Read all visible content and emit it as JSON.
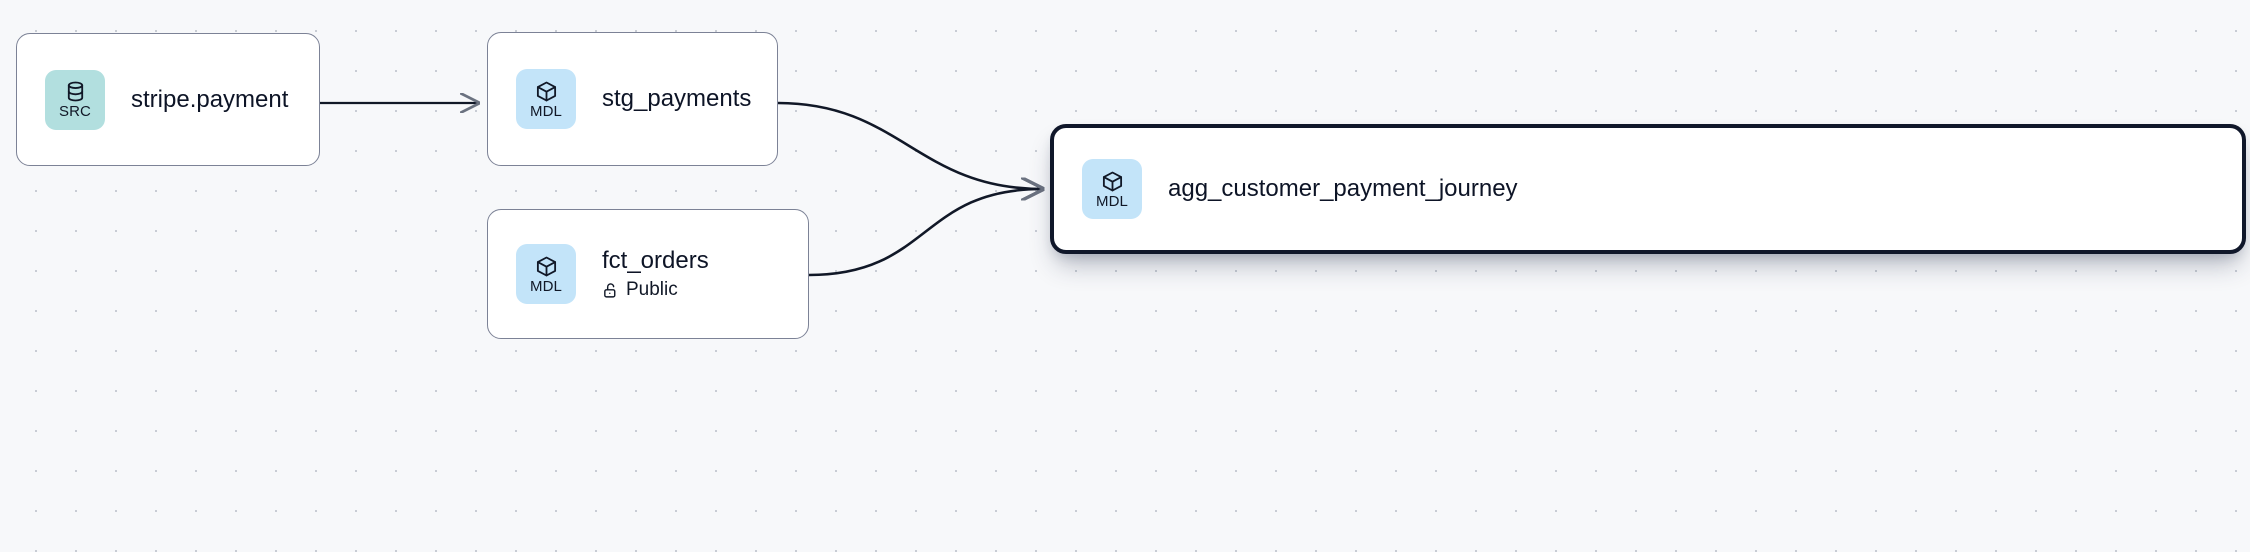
{
  "graph": {
    "title": "data-lineage-graph",
    "background": "#f7f8fa",
    "grid": "dot",
    "edge_color": "#111827",
    "node_border_color": "#7c8296",
    "selected_border_color": "#10172a",
    "src_badge_color": "#b2dfdf",
    "mdl_badge_color": "#c3e4f9"
  },
  "nodes": [
    {
      "id": "stripe-payment",
      "title": "stripe.payment",
      "badge_label": "SRC",
      "badge_icon": "database-icon",
      "badge_kind": "src",
      "subtitle": null,
      "subtitle_icon": null,
      "selected": false
    },
    {
      "id": "stg-payments",
      "title": "stg_payments",
      "badge_label": "MDL",
      "badge_icon": "cube-icon",
      "badge_kind": "mdl",
      "subtitle": null,
      "subtitle_icon": null,
      "selected": false
    },
    {
      "id": "fct-orders",
      "title": "fct_orders",
      "badge_label": "MDL",
      "badge_icon": "cube-icon",
      "badge_kind": "mdl",
      "subtitle": "Public",
      "subtitle_icon": "unlock-icon",
      "selected": false
    },
    {
      "id": "agg-customer-payment-journey",
      "title": "agg_customer_payment_journey",
      "badge_label": "MDL",
      "badge_icon": "cube-icon",
      "badge_kind": "mdl",
      "subtitle": null,
      "subtitle_icon": null,
      "selected": true
    }
  ],
  "edges": [
    {
      "id": "edge-stripe-to-stg",
      "from": "stripe-payment",
      "to": "stg-payments",
      "style": "straight",
      "arrow": true
    },
    {
      "id": "edge-stg-to-agg",
      "from": "stg-payments",
      "to": "agg-customer-payment-journey",
      "style": "bezier",
      "arrow": true
    },
    {
      "id": "edge-fct-to-agg",
      "from": "fct-orders",
      "to": "agg-customer-payment-journey",
      "style": "bezier",
      "arrow": true
    }
  ]
}
